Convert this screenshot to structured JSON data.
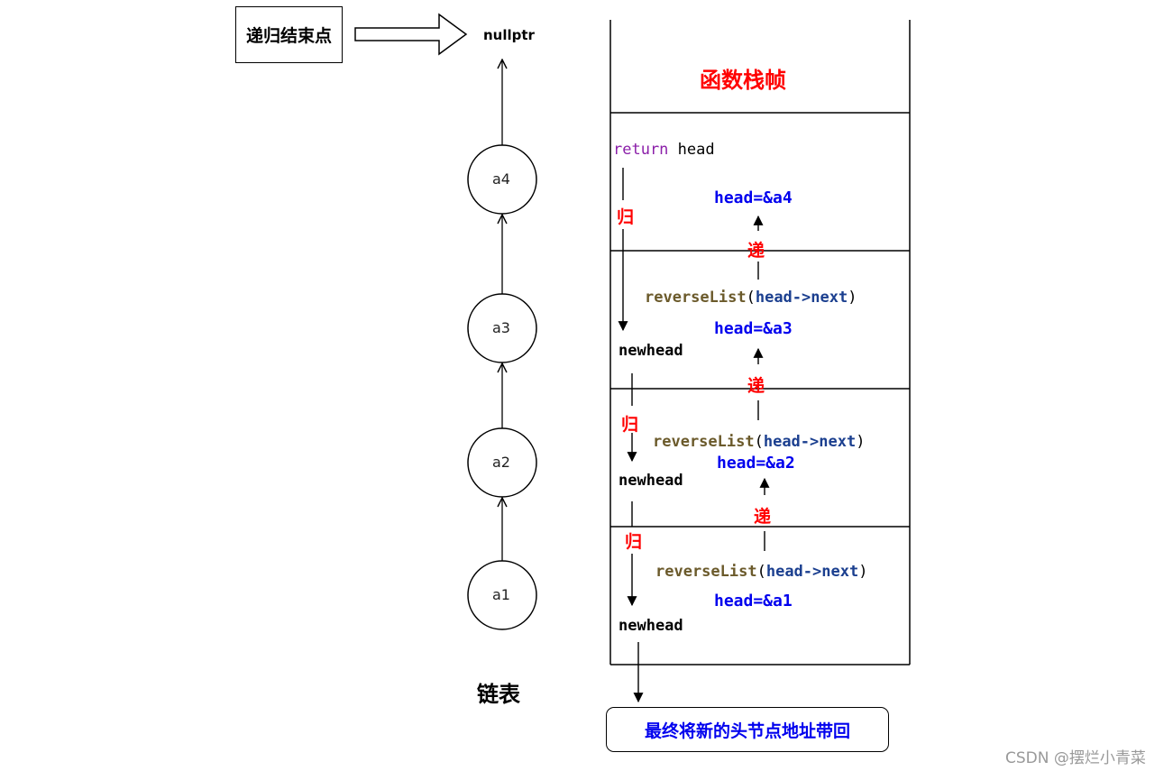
{
  "end_point_label": "递归结束点",
  "nullptr_label": "nullptr",
  "list": {
    "title": "链表",
    "nodes": [
      "a4",
      "a3",
      "a2",
      "a1"
    ]
  },
  "stack": {
    "title": "函数栈帧",
    "return_keyword": "return",
    "return_value": "head",
    "call_fn": "reverseList",
    "call_arg": "head->next",
    "heads": [
      "head=&a4",
      "head=&a3",
      "head=&a2",
      "head=&a1"
    ],
    "newhead": "newhead",
    "recurse_label": "递",
    "return_label": "归"
  },
  "final_label": "最终将新的头节点地址带回",
  "watermark": "CSDN @摆烂小青菜"
}
